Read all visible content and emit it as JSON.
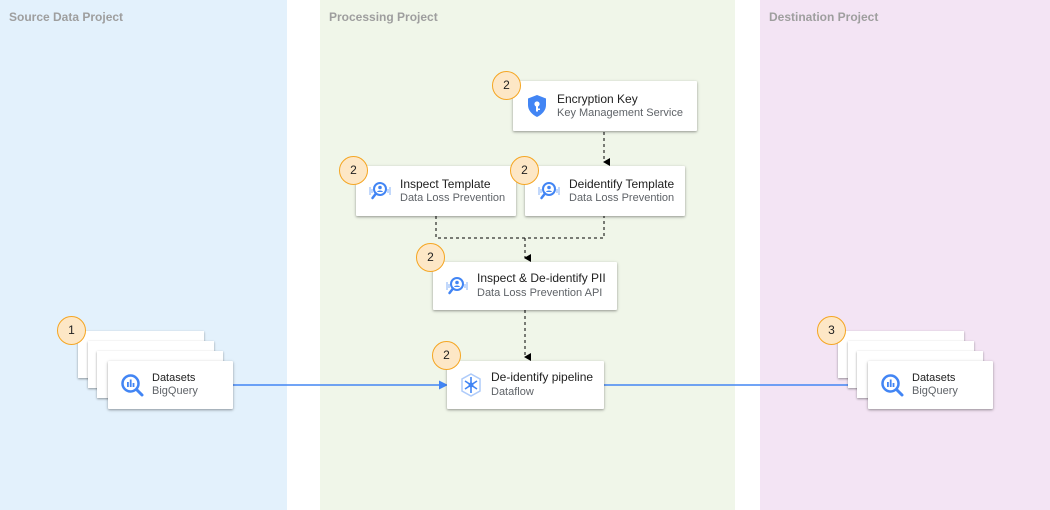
{
  "zones": {
    "source": "Source Data Project",
    "processing": "Processing Project",
    "destination": "Destination Project"
  },
  "nodes": {
    "encryption_key": {
      "title": "Encryption Key",
      "subtitle": "Key Management Service",
      "step": "2",
      "icon": "shield-key-icon"
    },
    "inspect_template": {
      "title": "Inspect Template",
      "subtitle": "Data Loss Prevention",
      "step": "2",
      "icon": "dlp-icon"
    },
    "deidentify_template": {
      "title": "Deidentify Template",
      "subtitle": "Data Loss Prevention",
      "step": "2",
      "icon": "dlp-icon"
    },
    "inspect_deidentify": {
      "title": "Inspect & De-identify PII",
      "subtitle": "Data Loss Prevention API",
      "step": "2",
      "icon": "dlp-icon"
    },
    "pipeline": {
      "title": "De-identify pipeline",
      "subtitle": "Dataflow",
      "step": "2",
      "icon": "dataflow-icon"
    },
    "source_datasets": {
      "title": "Datasets",
      "subtitle": "BigQuery",
      "step": "1",
      "icon": "bigquery-icon"
    },
    "dest_datasets": {
      "title": "Datasets",
      "subtitle": "BigQuery",
      "step": "3",
      "icon": "bigquery-icon"
    }
  },
  "colors": {
    "source_zone": "#e3f1fc",
    "processing_zone": "#f0f6e9",
    "destination_zone": "#f3e4f4",
    "data_flow_arrow": "#4285f4",
    "badge_fill": "#fde7c6",
    "badge_border": "#f5a623",
    "icon_blue": "#4285f4"
  }
}
